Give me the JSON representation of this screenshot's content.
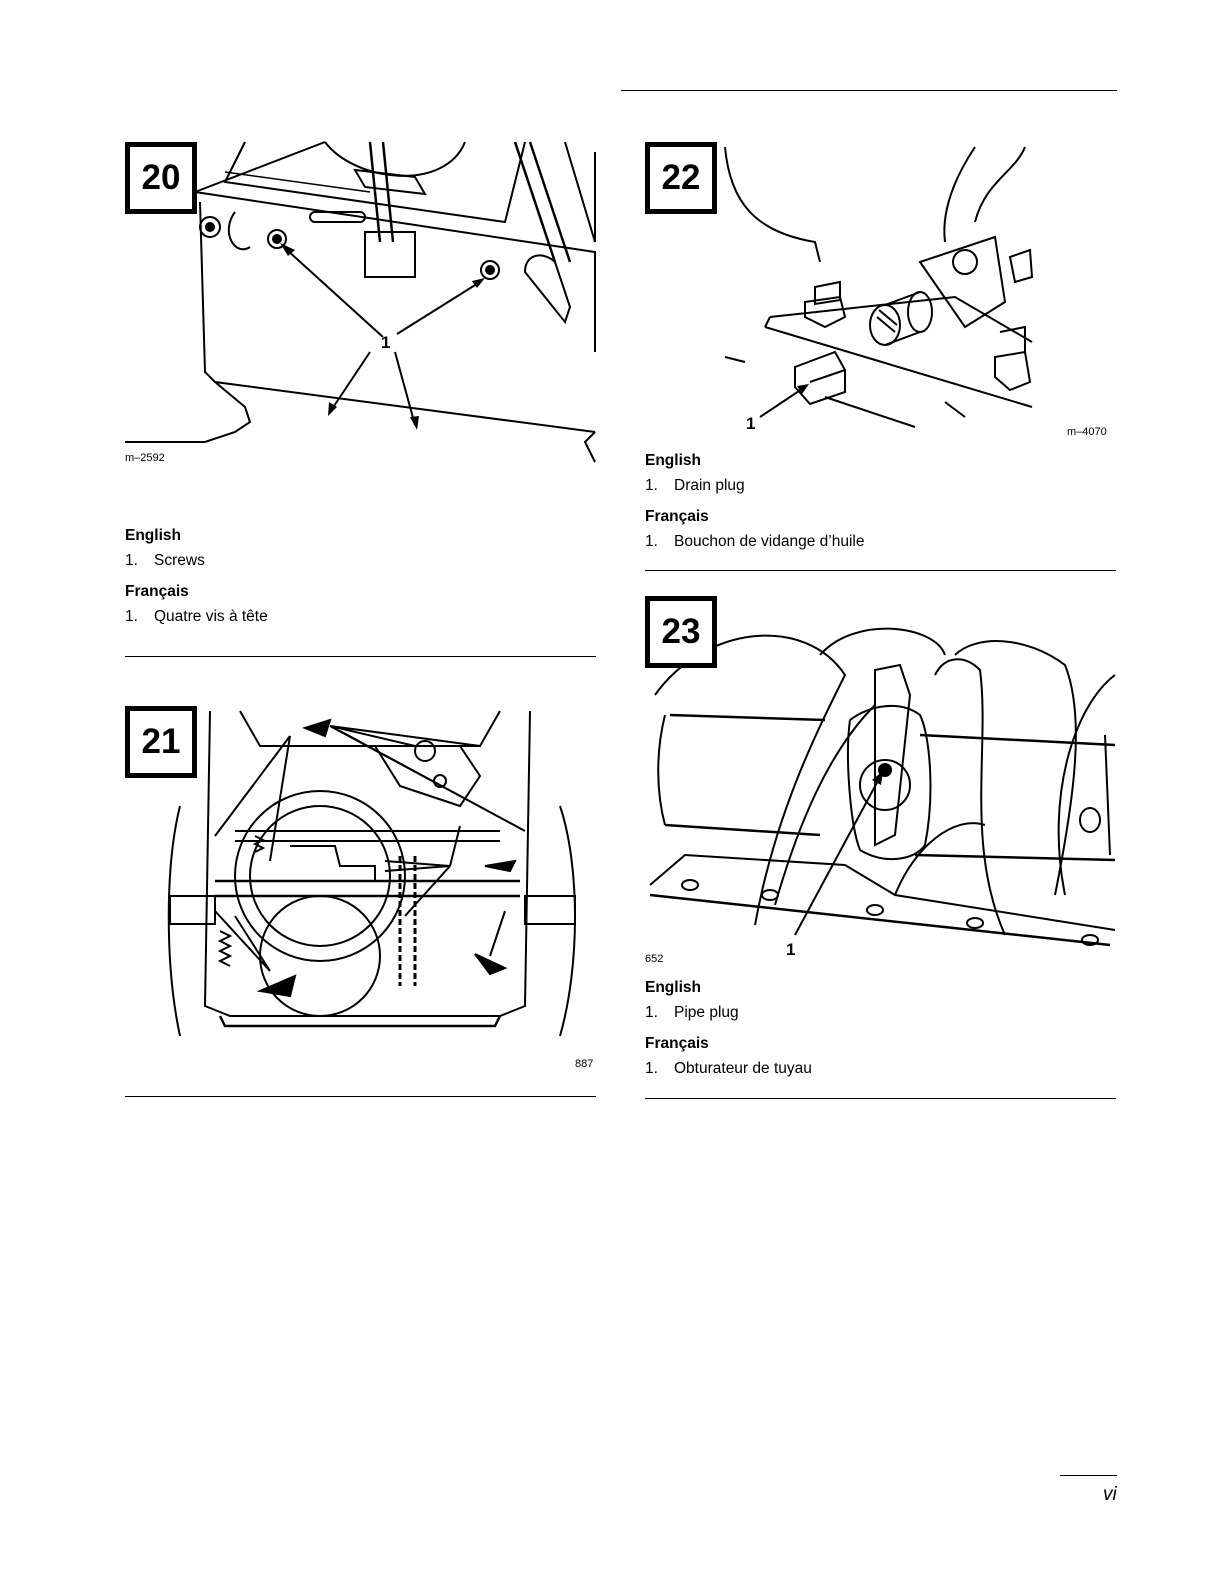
{
  "figures": [
    {
      "number": "20",
      "code": "m–2592",
      "callout": "1",
      "english_heading": "English",
      "english_item_num": "1.",
      "english_item": "Screws",
      "french_heading": "Français",
      "french_item_num": "1.",
      "french_item": "Quatre vis à tête"
    },
    {
      "number": "21",
      "code": "887"
    },
    {
      "number": "22",
      "code": "m–4070",
      "callout": "1",
      "english_heading": "English",
      "english_item_num": "1.",
      "english_item": "Drain plug",
      "french_heading": "Français",
      "french_item_num": "1.",
      "french_item": "Bouchon de vidange d’huile"
    },
    {
      "number": "23",
      "code": "652",
      "callout": "1",
      "english_heading": "English",
      "english_item_num": "1.",
      "english_item": "Pipe plug",
      "french_heading": "Français",
      "french_item_num": "1.",
      "french_item": "Obturateur de tuyau"
    }
  ],
  "page_number": "vi"
}
